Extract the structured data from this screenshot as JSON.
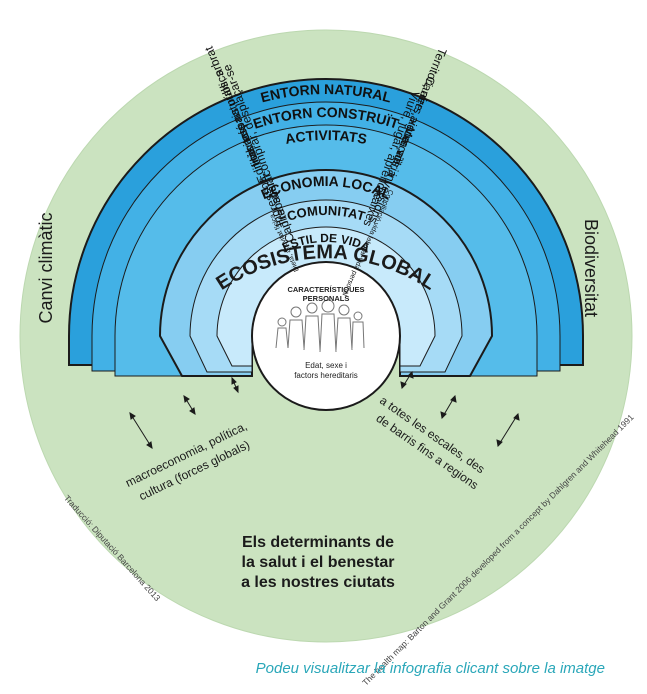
{
  "diagram": {
    "outer_title": "ECOSISTEMA GLOBAL",
    "left_outer": "Canvi climàtic",
    "right_outer": "Biodiversitat",
    "bands": [
      {
        "label": "ENTORN NATURAL"
      },
      {
        "label": "ENTORN CONSTRUÏT"
      },
      {
        "label": "ACTIVITATS"
      },
      {
        "label": "ECONOMIA LOCAL"
      },
      {
        "label": "COMUNITAT"
      },
      {
        "label": "ESTIL DE VIDA"
      }
    ],
    "left_spokes": [
      "Hàbitats naturals, arbrat",
      "Edificis, espais públics",
      "Treballar, comprar, desplaçar-se",
      "Ingressos, innovació",
      "Capital social",
      "Dieta, activitat física"
    ],
    "right_spokes": [
      "Territori, aire, aigua, sòl",
      "Carrers, xarxa viària",
      "Viure, jugar, aprendre",
      "Mercats, inversions",
      "Xarxes",
      "Conciliació vida laboral-vida personal"
    ],
    "center": {
      "title_line1": "CARACTERÍSTIQUES",
      "title_line2": "PERSONALS",
      "sub_line1": "Edat, sexe i",
      "sub_line2": "factors hereditaris"
    },
    "left_note_line1": "macroeconomia, política,",
    "left_note_line2": "cultura (forces globals)",
    "right_note_line1": "a totes les escales, des",
    "right_note_line2": "de barris fins a regions",
    "headline": [
      "Els determinants de",
      "la salut i el benestar",
      "a les nostres ciutats"
    ],
    "credit_left": "Traducció: Diputació Barcelona 2013",
    "credit_right": "The health map: Barton and Grant 2006 developed from a concept by Dahlgren and Whitehead 1991",
    "colors": {
      "outer_disc": "#cbe3c0",
      "band_dark": "#2aa0dc",
      "band_mid": "#55bcea",
      "band_light": "#9fd8f4",
      "band_lightest": "#c8eafb",
      "caption": "#2aa7b9"
    }
  },
  "caption": "Podeu visualitzar la infografia clicant sobre la imatge"
}
